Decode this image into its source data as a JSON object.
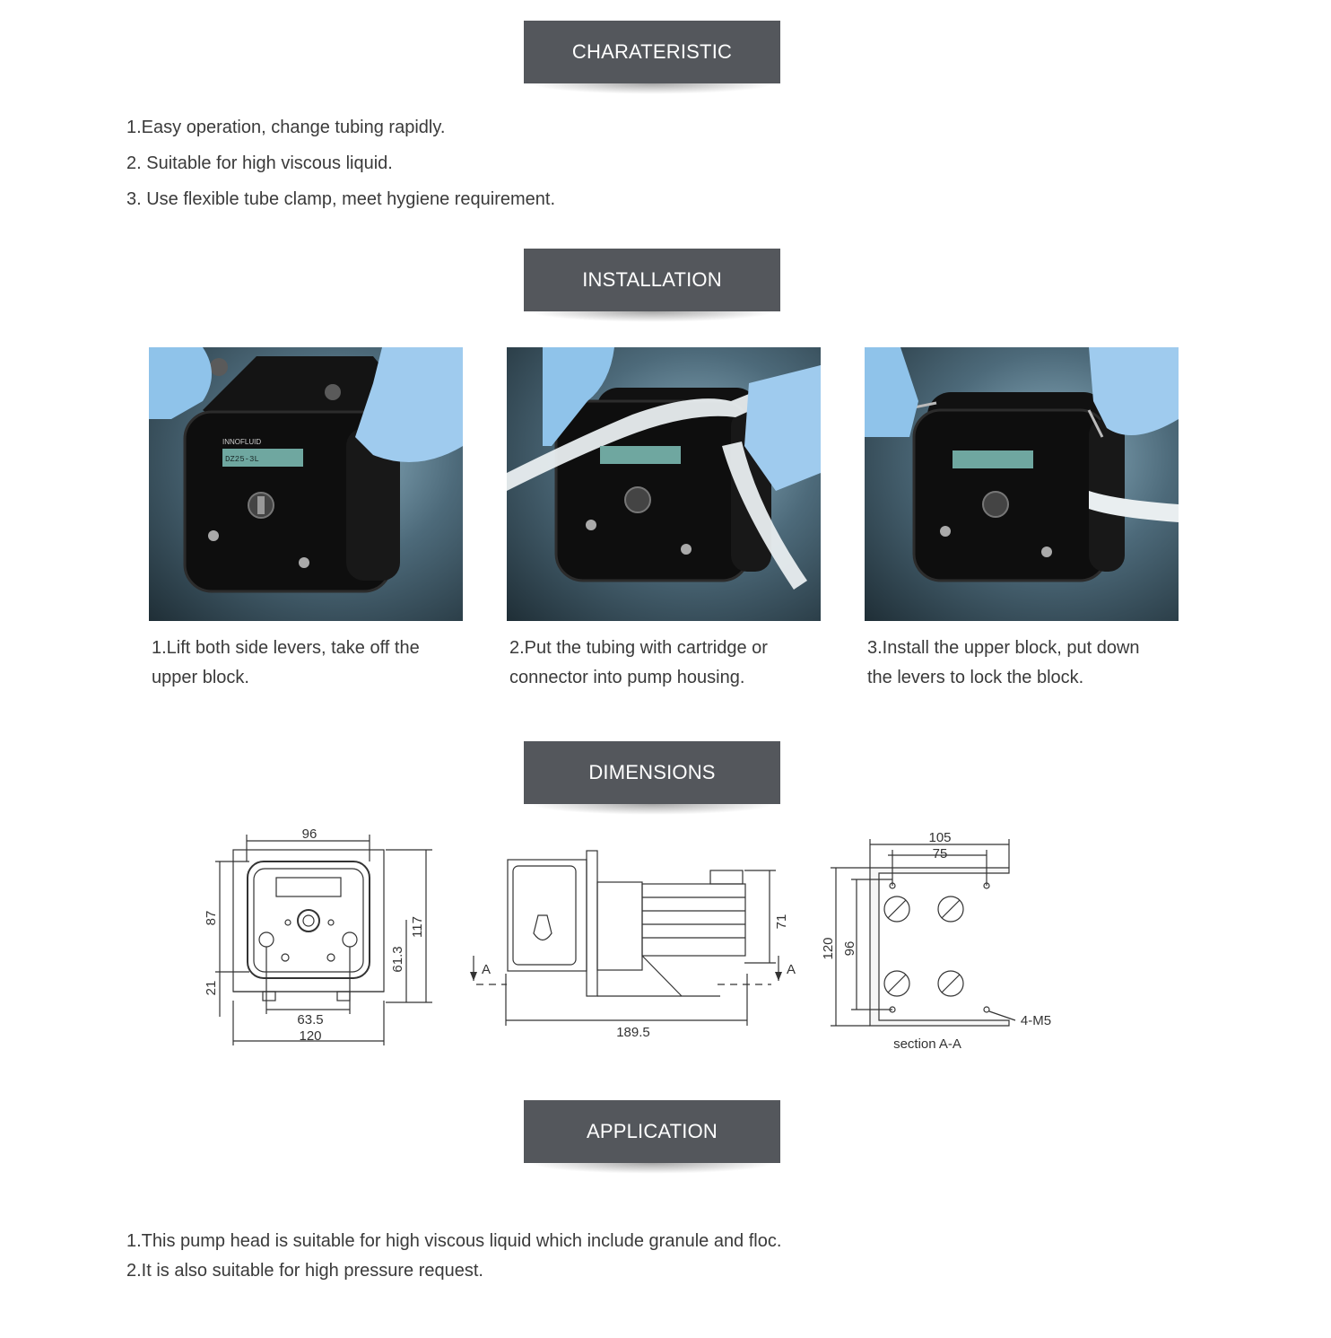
{
  "sections": {
    "charateristic": "CHARATERISTIC",
    "installation": "INSTALLATION",
    "dimensions": "DIMENSIONS",
    "application": "APPLICATION"
  },
  "characteristics": [
    "1.Easy operation, change tubing rapidly.",
    "2. Suitable for high viscous liquid.",
    "3. Use flexible tube clamp, meet hygiene requirement."
  ],
  "installation_steps": [
    {
      "line1": "1.Lift both side levers, take off the",
      "line2": "upper block."
    },
    {
      "line1": "2.Put the tubing with cartridge or",
      "line2": "connector into pump housing."
    },
    {
      "line1": "3.Install the upper block, put down",
      "line2": "the levers to lock the block."
    }
  ],
  "pump_display": {
    "brand": "INNOFLUID",
    "model": "DZ25-3L"
  },
  "dimensions": {
    "front": {
      "top": "96",
      "left_upper": "87",
      "left_lower": "21",
      "right_outer": "117",
      "right_inner": "61.3",
      "bottom_inner": "63.5",
      "bottom_outer": "120"
    },
    "side": {
      "right": "71",
      "bottom": "189.5",
      "section_mark": "A"
    },
    "section": {
      "top_outer": "105",
      "top_inner": "75",
      "left_outer": "120",
      "left_inner": "96",
      "holes": "4-M5",
      "label": "section A-A"
    }
  },
  "applications": [
    "1.This pump head is suitable for high viscous liquid which include granule and floc.",
    "2.It is also suitable for high pressure request."
  ]
}
